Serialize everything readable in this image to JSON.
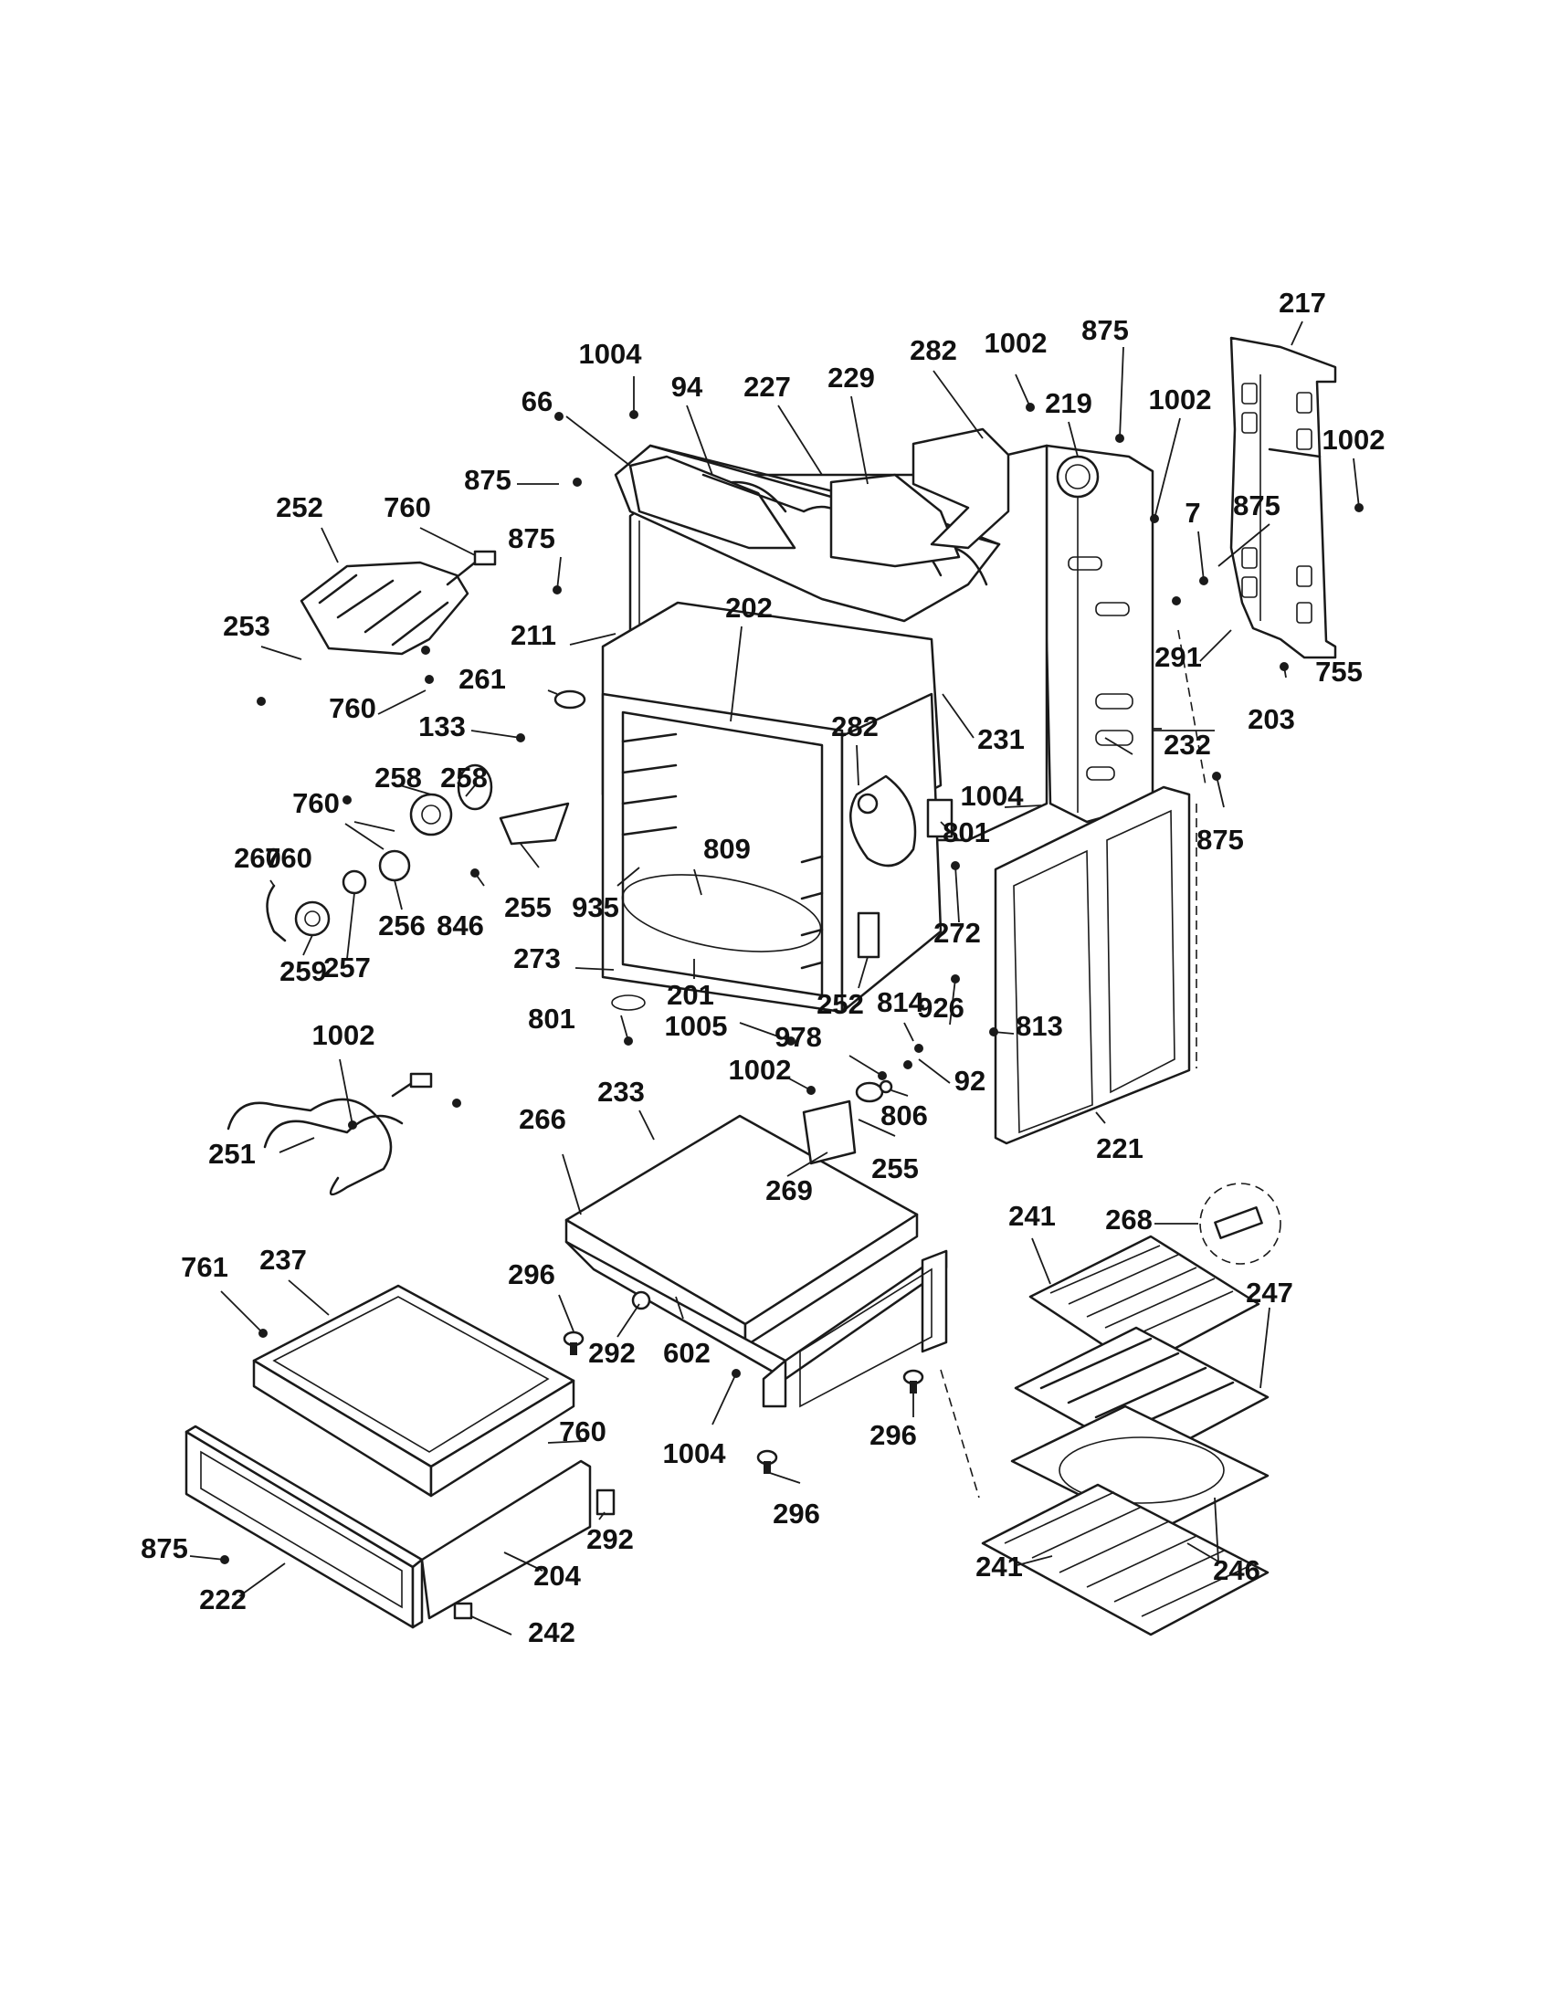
{
  "diagram": {
    "labels": [
      {
        "text": "217"
      },
      {
        "text": "1004"
      },
      {
        "text": "282"
      },
      {
        "text": "1002"
      },
      {
        "text": "875"
      },
      {
        "text": "94"
      },
      {
        "text": "227"
      },
      {
        "text": "229"
      },
      {
        "text": "219"
      },
      {
        "text": "1002"
      },
      {
        "text": "1002"
      },
      {
        "text": "66"
      },
      {
        "text": "875"
      },
      {
        "text": "252"
      },
      {
        "text": "760"
      },
      {
        "text": "875"
      },
      {
        "text": "7"
      },
      {
        "text": "875"
      },
      {
        "text": "253"
      },
      {
        "text": "211"
      },
      {
        "text": "202"
      },
      {
        "text": "291"
      },
      {
        "text": "755"
      },
      {
        "text": "760"
      },
      {
        "text": "261"
      },
      {
        "text": "203"
      },
      {
        "text": "133"
      },
      {
        "text": "282"
      },
      {
        "text": "231"
      },
      {
        "text": "232"
      },
      {
        "text": "760"
      },
      {
        "text": "258"
      },
      {
        "text": "258"
      },
      {
        "text": "1004"
      },
      {
        "text": "875"
      },
      {
        "text": "760"
      },
      {
        "text": "801"
      },
      {
        "text": "809"
      },
      {
        "text": "260"
      },
      {
        "text": "255"
      },
      {
        "text": "935"
      },
      {
        "text": "846"
      },
      {
        "text": "256"
      },
      {
        "text": "272"
      },
      {
        "text": "259"
      },
      {
        "text": "257"
      },
      {
        "text": "273"
      },
      {
        "text": "201"
      },
      {
        "text": "252"
      },
      {
        "text": "814"
      },
      {
        "text": "926"
      },
      {
        "text": "801"
      },
      {
        "text": "1005"
      },
      {
        "text": "813"
      },
      {
        "text": "978"
      },
      {
        "text": "1002"
      },
      {
        "text": "1002"
      },
      {
        "text": "92"
      },
      {
        "text": "806"
      },
      {
        "text": "233"
      },
      {
        "text": "221"
      },
      {
        "text": "251"
      },
      {
        "text": "266"
      },
      {
        "text": "255"
      },
      {
        "text": "269"
      },
      {
        "text": "241"
      },
      {
        "text": "268"
      },
      {
        "text": "761"
      },
      {
        "text": "237"
      },
      {
        "text": "296"
      },
      {
        "text": "247"
      },
      {
        "text": "292"
      },
      {
        "text": "602"
      },
      {
        "text": "760"
      },
      {
        "text": "1004"
      },
      {
        "text": "296"
      },
      {
        "text": "292"
      },
      {
        "text": "296"
      },
      {
        "text": "875"
      },
      {
        "text": "204"
      },
      {
        "text": "241"
      },
      {
        "text": "246"
      },
      {
        "text": "222"
      },
      {
        "text": "242"
      }
    ]
  }
}
